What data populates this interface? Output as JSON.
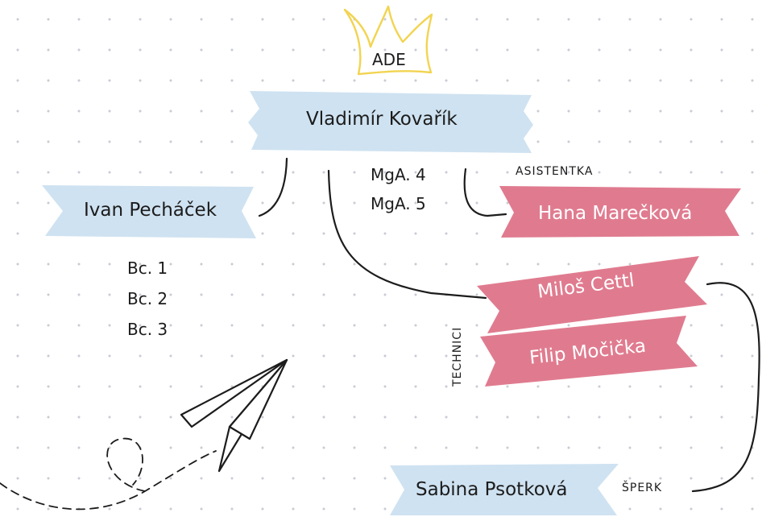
{
  "head": {
    "badge": "ADE",
    "name": "Vladimír Kovařík"
  },
  "left": {
    "name": "Ivan Pecháček",
    "courses": [
      "Bc. 1",
      "Bc. 2",
      "Bc. 3"
    ]
  },
  "center": {
    "courses": [
      "MgA. 4",
      "MgA. 5"
    ]
  },
  "assistant": {
    "role": "ASISTENTKA",
    "name": "Hana Marečková"
  },
  "technicians": {
    "role": "TECHNICI",
    "names": [
      "Miloš Cettl",
      "Filip Močička"
    ]
  },
  "jewelry": {
    "name": "Sabina Psotková",
    "role": "ŠPERK"
  },
  "colors": {
    "blue_ribbon": "#cfe2f1",
    "pink_ribbon": "#e07b8f",
    "crown": "#f2d451",
    "ink": "#1c1c1c"
  }
}
